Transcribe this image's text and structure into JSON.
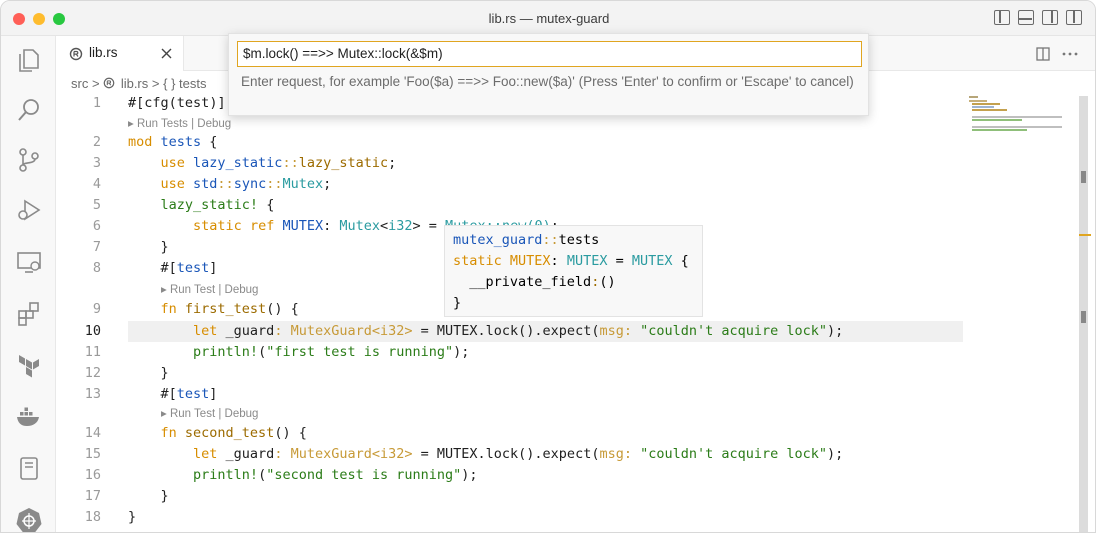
{
  "window": {
    "title": "lib.rs — mutex-guard"
  },
  "tab": {
    "label": "lib.rs"
  },
  "breadcrumb": {
    "part1": "src",
    "sep1": ">",
    "part2": "lib.rs",
    "sep2": ">",
    "part3": "{ } tests"
  },
  "palette": {
    "value": "$m.lock() ==>> Mutex::lock(&$m)",
    "help": "Enter request, for example 'Foo($a) ==>> Foo::new($a)' (Press 'Enter' to confirm or 'Escape' to cancel)"
  },
  "codelens": {
    "run_tests": "▸ Run Tests | Debug",
    "run_test": "▸ Run Test | Debug"
  },
  "hover": {
    "l1a": "mutex_guard",
    "l1b": "::",
    "l1c": "tests",
    "l2a": "static ",
    "l2b": "MUTEX",
    "l2c": ": ",
    "l2d": "MUTEX",
    "l2e": " = ",
    "l2f": "MUTEX",
    "l2g": " {",
    "l3a": "__private_field",
    "l3b": ":",
    "l3c": "()",
    "l4": "}"
  },
  "lines": [
    {
      "n": "1",
      "cur": false,
      "s": [
        [
          "",
          "#["
        ],
        [
          "",
          "cfg"
        ],
        [
          "",
          "("
        ],
        [
          "",
          "test"
        ],
        [
          "",
          ")]"
        ]
      ]
    },
    {
      "n": "2",
      "cur": false,
      "s": [
        [
          "kw",
          "mod "
        ],
        [
          "md",
          "tests "
        ],
        [
          "",
          "{"
        ]
      ]
    },
    {
      "n": "3",
      "cur": false,
      "s": [
        [
          "",
          "    "
        ],
        [
          "kw",
          "use "
        ],
        [
          "md",
          "lazy_static"
        ],
        [
          "hint",
          "::"
        ],
        [
          "fn",
          "lazy_static"
        ],
        [
          "",
          ";"
        ]
      ]
    },
    {
      "n": "4",
      "cur": false,
      "s": [
        [
          "",
          "    "
        ],
        [
          "kw",
          "use "
        ],
        [
          "md",
          "std"
        ],
        [
          "hint",
          "::"
        ],
        [
          "md",
          "sync"
        ],
        [
          "hint",
          "::"
        ],
        [
          "ty",
          "Mutex"
        ],
        [
          "",
          ";"
        ]
      ]
    },
    {
      "n": "5",
      "cur": false,
      "s": [
        [
          "",
          "    "
        ],
        [
          "mac",
          "lazy_static!"
        ],
        [
          "",
          " {"
        ]
      ]
    },
    {
      "n": "6",
      "cur": false,
      "s": [
        [
          "",
          "        "
        ],
        [
          "kw",
          "static "
        ],
        [
          "kw",
          "ref "
        ],
        [
          "md",
          "MUTEX"
        ],
        [
          "",
          ": "
        ],
        [
          "ty",
          "Mutex"
        ],
        [
          "",
          "<"
        ],
        [
          "ty",
          "i32"
        ],
        [
          "",
          "> = "
        ],
        [
          "ty",
          "Mutex::new(0)"
        ],
        [
          "",
          ";"
        ]
      ]
    },
    {
      "n": "7",
      "cur": false,
      "s": [
        [
          "",
          "    "
        ],
        [
          "",
          "}"
        ]
      ]
    },
    {
      "n": "8",
      "cur": false,
      "s": [
        [
          "",
          "    "
        ],
        [
          "",
          "#["
        ],
        [
          "md",
          "test"
        ],
        [
          "",
          "]"
        ]
      ]
    },
    {
      "n": "9",
      "cur": false,
      "s": [
        [
          "",
          "    "
        ],
        [
          "kw",
          "fn "
        ],
        [
          "fn",
          "first_test"
        ],
        [
          "",
          "() {"
        ]
      ]
    },
    {
      "n": "10",
      "cur": true,
      "s": [
        [
          "",
          "        "
        ],
        [
          "kw",
          "let "
        ],
        [
          "",
          "_guard"
        ],
        [
          "hint",
          ": MutexGuard<i32>"
        ],
        [
          "",
          " = "
        ],
        [
          "",
          "MUTEX"
        ],
        [
          "",
          ".lock().expect("
        ],
        [
          "hint",
          "msg: "
        ],
        [
          "str",
          "\"couldn't acquire lock\""
        ],
        [
          "",
          ");"
        ]
      ]
    },
    {
      "n": "11",
      "cur": false,
      "s": [
        [
          "",
          "        "
        ],
        [
          "mac",
          "println!"
        ],
        [
          "",
          "("
        ],
        [
          "str",
          "\"first test is running\""
        ],
        [
          "",
          ");"
        ]
      ]
    },
    {
      "n": "12",
      "cur": false,
      "s": [
        [
          "",
          "    "
        ],
        [
          "",
          "}"
        ]
      ]
    },
    {
      "n": "13",
      "cur": false,
      "s": [
        [
          "",
          "    "
        ],
        [
          "",
          "#["
        ],
        [
          "md",
          "test"
        ],
        [
          "",
          "]"
        ]
      ]
    },
    {
      "n": "14",
      "cur": false,
      "s": [
        [
          "",
          "    "
        ],
        [
          "kw",
          "fn "
        ],
        [
          "fn",
          "second_test"
        ],
        [
          "",
          "() {"
        ]
      ]
    },
    {
      "n": "15",
      "cur": false,
      "s": [
        [
          "",
          "        "
        ],
        [
          "kw",
          "let "
        ],
        [
          "",
          "_guard"
        ],
        [
          "hint",
          ": MutexGuard<i32>"
        ],
        [
          "",
          " = "
        ],
        [
          "",
          "MUTEX"
        ],
        [
          "",
          ".lock().expect("
        ],
        [
          "hint",
          "msg: "
        ],
        [
          "str",
          "\"couldn't acquire lock\""
        ],
        [
          "",
          ");"
        ]
      ]
    },
    {
      "n": "16",
      "cur": false,
      "s": [
        [
          "",
          "        "
        ],
        [
          "mac",
          "println!"
        ],
        [
          "",
          "("
        ],
        [
          "str",
          "\"second test is running\""
        ],
        [
          "",
          ");"
        ]
      ]
    },
    {
      "n": "17",
      "cur": false,
      "s": [
        [
          "",
          "    "
        ],
        [
          "",
          "}"
        ]
      ]
    },
    {
      "n": "18",
      "cur": false,
      "s": [
        [
          "",
          "}"
        ]
      ]
    }
  ],
  "colors": {
    "red": "#ff5f57",
    "yellow": "#febc2e",
    "green": "#28c840",
    "accent": "#e0a520"
  }
}
